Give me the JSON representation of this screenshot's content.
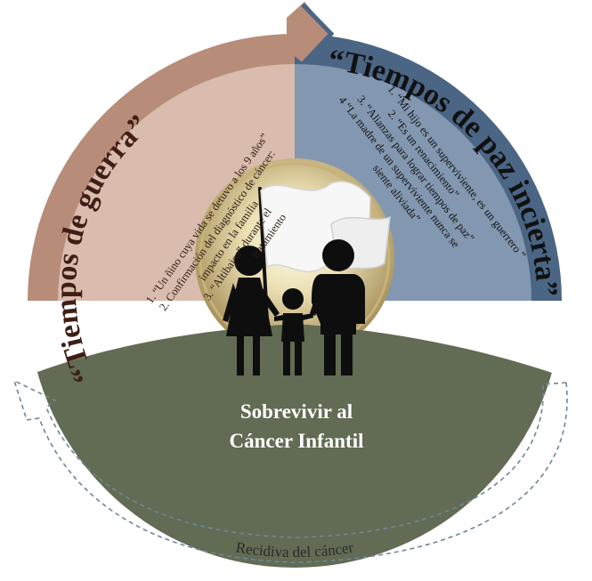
{
  "war": {
    "title": "“Tiempos de guerra”",
    "items": [
      "1. “Un ñino cuya vida se detuvo a los 9 años”",
      "2. Confirmación del diagnóstico de cáncer:",
      "impacto en la familia",
      "3. “Altibajos” durante el",
      "tratamiento"
    ]
  },
  "peace": {
    "title": "“Tiempos de paz incierta”",
    "items": [
      "1. “Mi hijo es un superviviente, es un guerrero ”",
      "2. “Es un renacimiento”",
      "3. “Alianzas para lograr tiempos de paz”",
      "4 “La madre de un superviviente nunca se",
      "siente aliviada”"
    ]
  },
  "center": {
    "line1": "Sobrevivir al",
    "line2": "Cáncer Infantil"
  },
  "footer": {
    "label": "Recidiva del cáncer"
  },
  "colors": {
    "war_outer": "#b78c79",
    "war_inner": "#d9bcae",
    "peace_outer": "#4b6584",
    "peace_inner": "#8397b0",
    "hill": "#626b53",
    "title_text": "#3f1f15",
    "halo": "#a8925c"
  }
}
